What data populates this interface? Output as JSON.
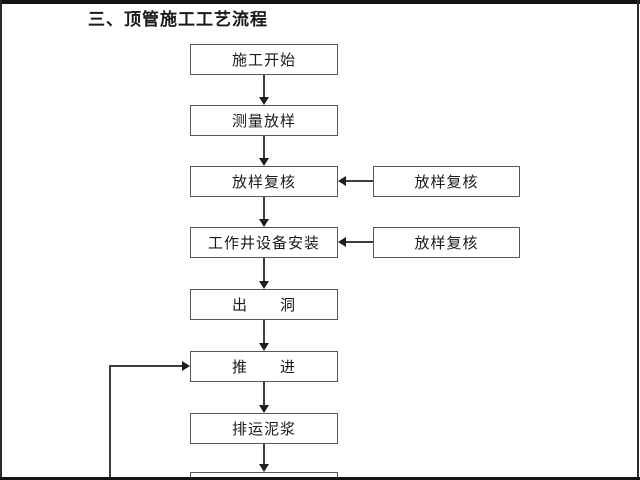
{
  "page": {
    "title": "三、顶管施工工艺流程"
  },
  "flowchart": {
    "main_steps": [
      {
        "label": "施工开始"
      },
      {
        "label": "测量放样"
      },
      {
        "label": "放样复核"
      },
      {
        "label": "工作井设备安装"
      },
      {
        "label": "出　　洞"
      },
      {
        "label": "推　　进"
      },
      {
        "label": "排运泥浆"
      },
      {
        "label": ""
      }
    ],
    "side_steps": [
      {
        "label": "放样复核",
        "attached_to": "放样复核"
      },
      {
        "label": "放样复核",
        "attached_to": "工作井设备安装"
      }
    ],
    "colors": {
      "box_border": "#575757",
      "connector": "#3d3d3d",
      "frame": "#141414"
    }
  }
}
